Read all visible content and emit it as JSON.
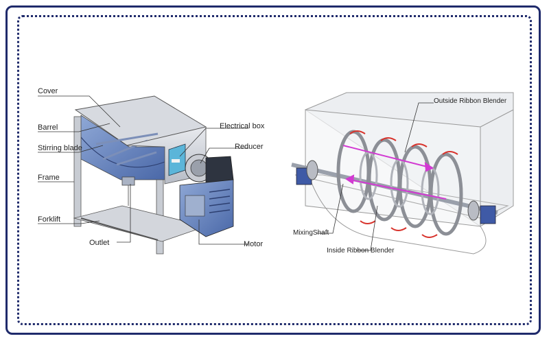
{
  "left_diagram": {
    "labels": {
      "cover": "Cover",
      "barrel": "Barrel",
      "stirring_blade": "Stirring blade",
      "frame": "Frame",
      "forklift": "Forklift",
      "outlet": "Outlet",
      "electrical_box": "Electrical box",
      "reducer": "Reducer",
      "motor": "Motor"
    }
  },
  "right_diagram": {
    "labels": {
      "outside_ribbon": "Outside Ribbon Blender",
      "mixing_shaft": "MixingShaft",
      "inside_ribbon": "Inside Ribbon Blender"
    }
  },
  "colors": {
    "border": "#1f2a6b",
    "machine_blue": "#5a79b5",
    "arrow_red": "#d8322b",
    "arrow_magenta": "#d23ad2"
  }
}
